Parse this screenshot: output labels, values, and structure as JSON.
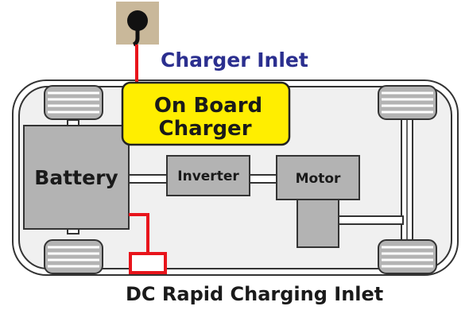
{
  "labels": {
    "charger_inlet": "Charger Inlet",
    "on_board_charger_line1": "On Board",
    "on_board_charger_line2": "Charger",
    "battery": "Battery",
    "inverter": "Inverter",
    "motor": "Motor",
    "dc_rapid_inlet": "DC Rapid Charging Inlet"
  },
  "colors": {
    "charger_inlet_text": "#2b2f8f",
    "obc_fill": "#ffee00",
    "component_fill": "#b3b3b3",
    "wire_red": "#e8141b",
    "plug_bg": "#c9b89a"
  }
}
